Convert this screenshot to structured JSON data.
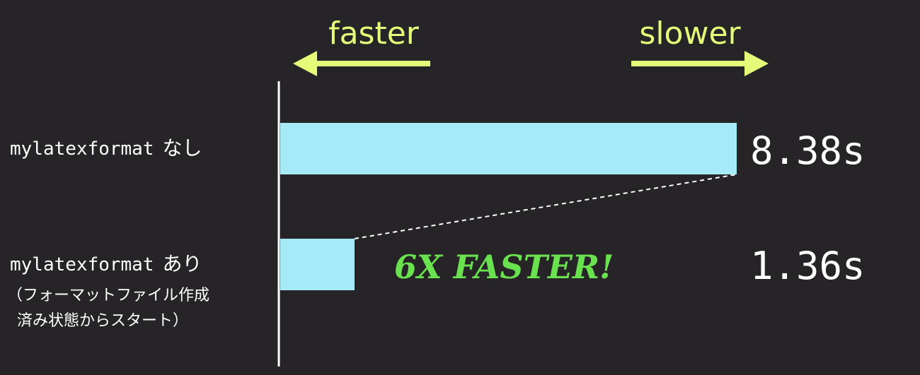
{
  "chart_data": {
    "type": "bar",
    "orientation": "horizontal",
    "categories": [
      {
        "code": "mylatexformat",
        "suffix": "なし",
        "note": []
      },
      {
        "code": "mylatexformat",
        "suffix": "あり",
        "note": [
          "（フォーマットファイル作成",
          "済み状態からスタート）"
        ]
      }
    ],
    "values": [
      8.38,
      1.36
    ],
    "value_labels": [
      "8.38s",
      "1.36s"
    ],
    "unit": "s",
    "xlim": [
      0,
      8.38
    ],
    "grid": false,
    "legend": "none",
    "direction_labels": {
      "left": "faster",
      "right": "slower"
    },
    "annotation": "6X FASTER!",
    "colors": {
      "background": "#262426",
      "bar": "#a6eaf8",
      "axis": "#ffffff",
      "label_text": "#ffffff",
      "direction_accent": "#e4fb7a",
      "annotation": "#6ae14f",
      "connector": "#ffffff"
    }
  }
}
